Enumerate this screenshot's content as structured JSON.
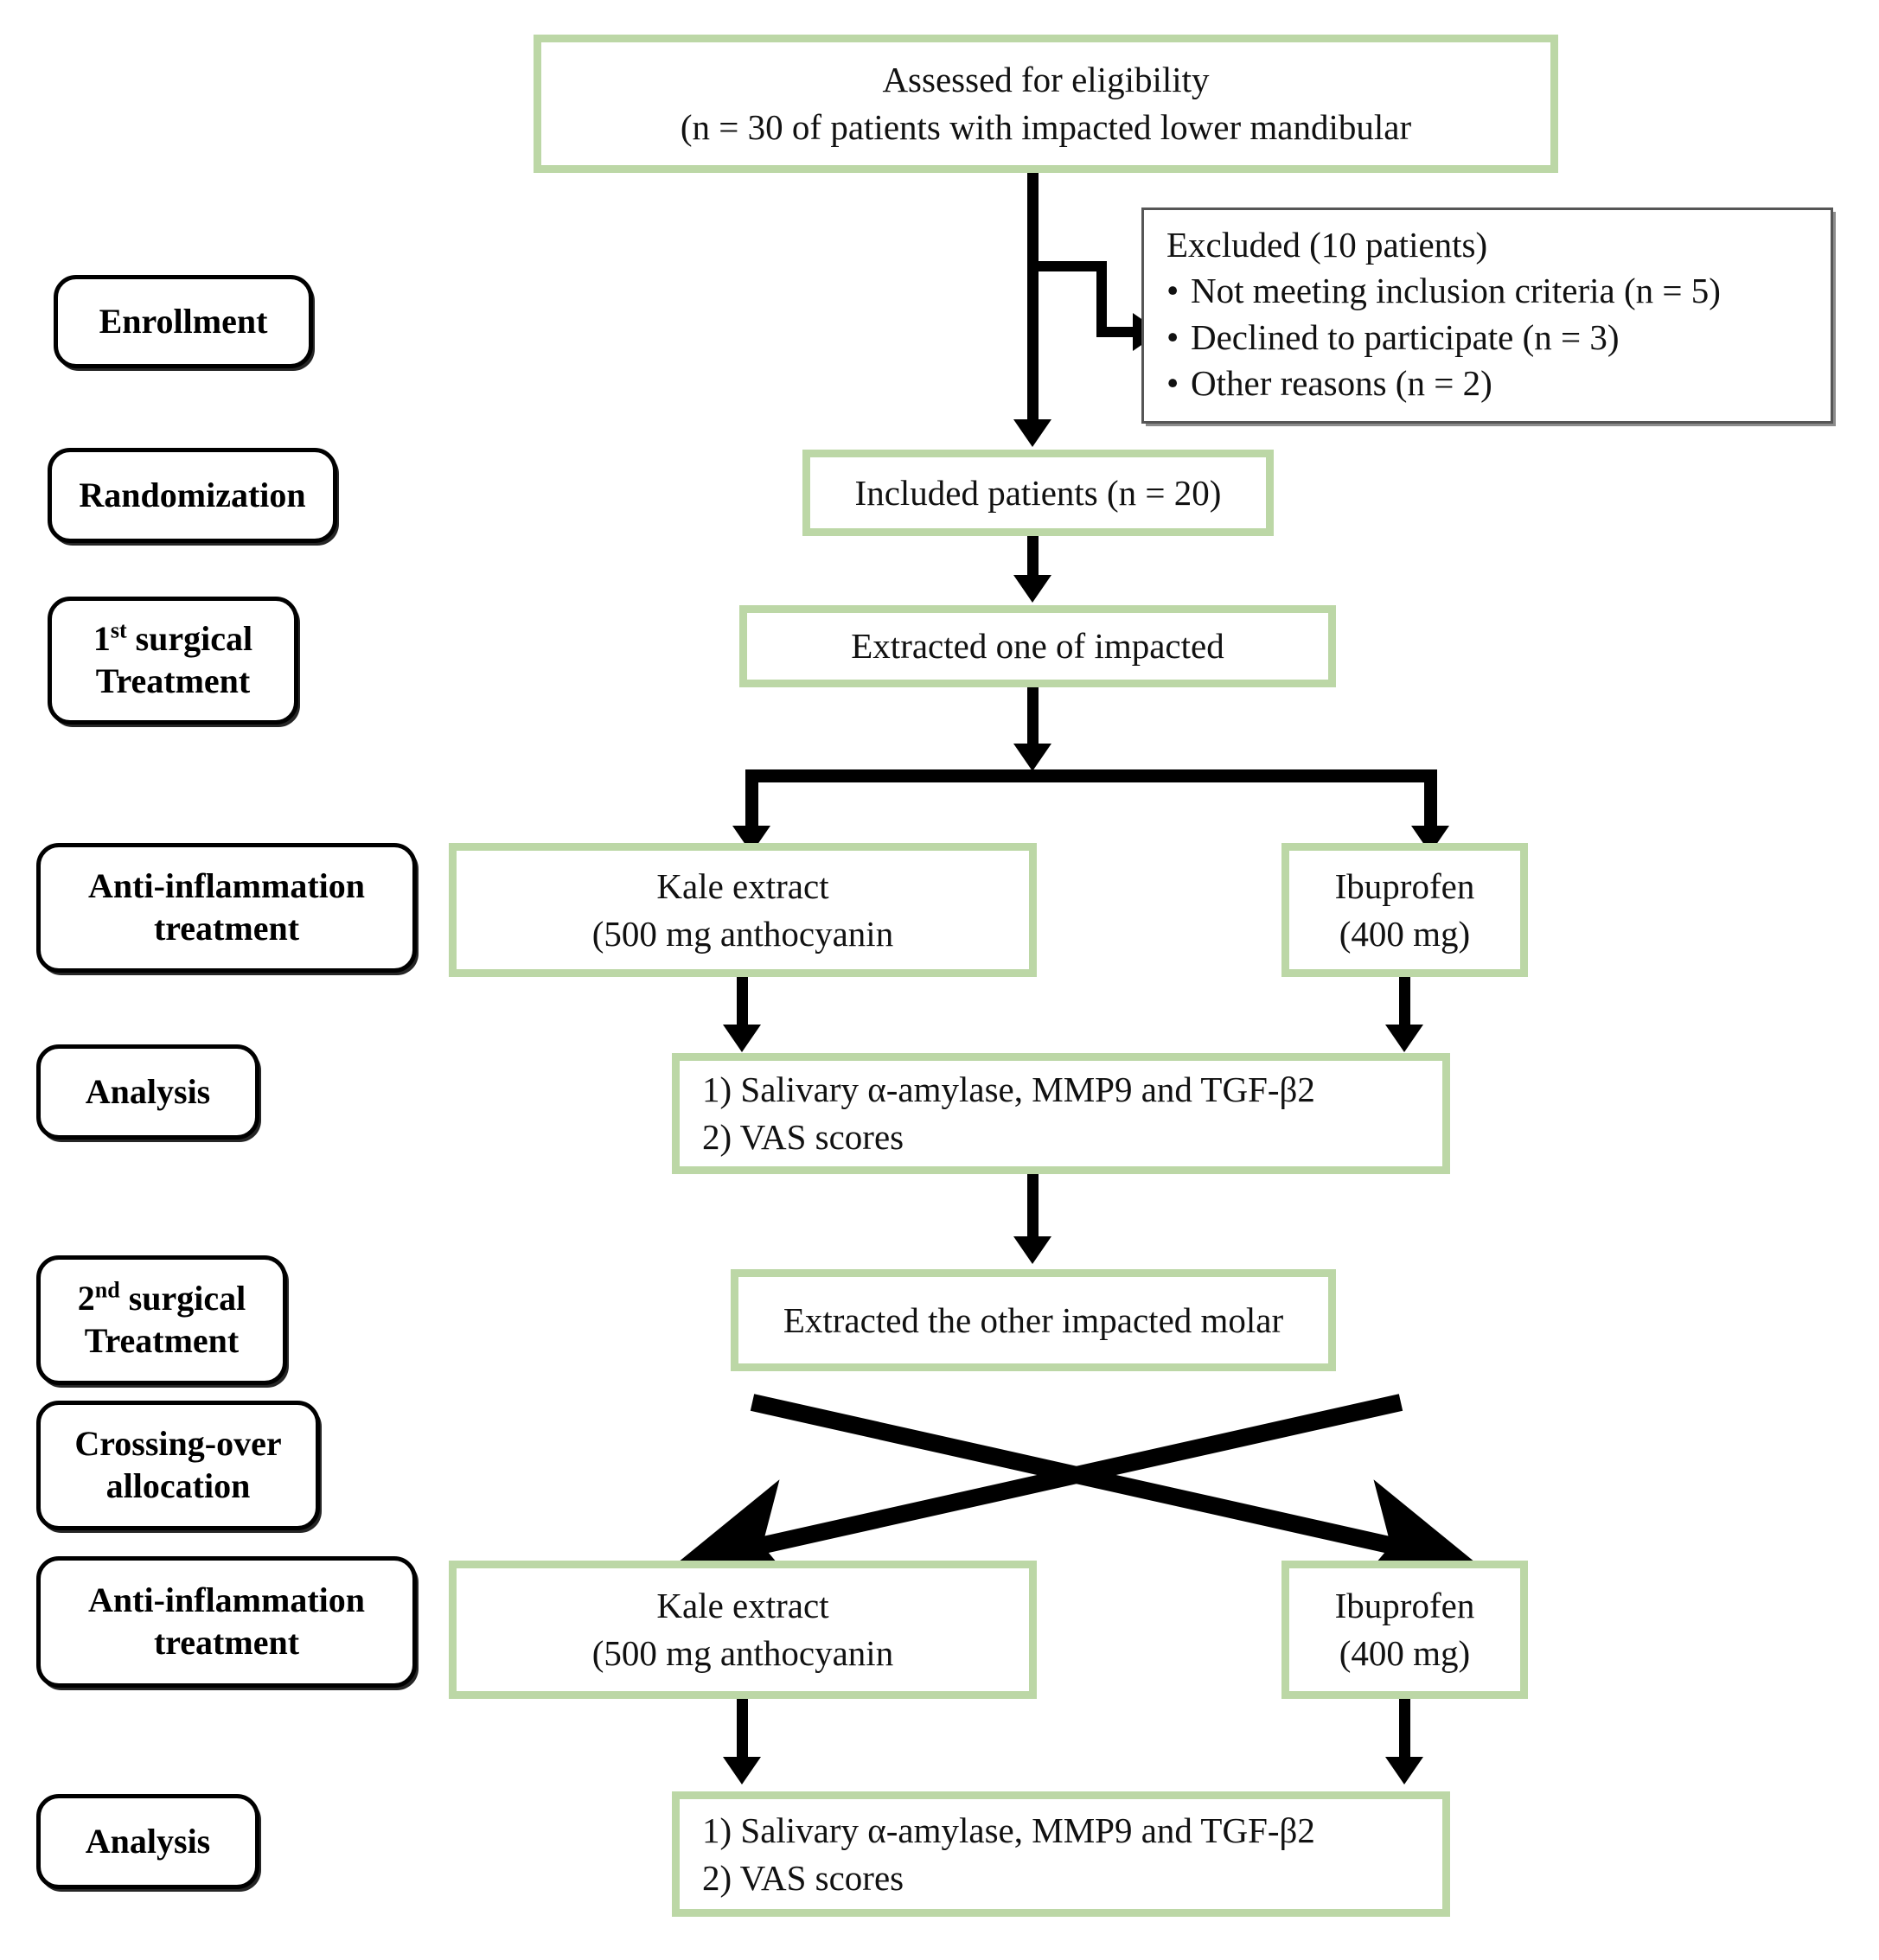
{
  "figure": {
    "type": "consort-flow-diagram",
    "title": "CONSORT crossover trial flow diagram"
  },
  "colors": {
    "box_border_green": "#bcd7a6",
    "stage_border": "#000000",
    "arrow": "#000000",
    "excluded_border": "#565656",
    "background": "#ffffff",
    "text": "#111111"
  },
  "stages": [
    {
      "id": "enrollment",
      "label": "Enrollment"
    },
    {
      "id": "randomization",
      "label": "Randomization"
    },
    {
      "id": "surgical-1",
      "line1_num": "1",
      "line1_ord": "st",
      "line1_rest": " surgical",
      "line2": "Treatment"
    },
    {
      "id": "anti-inflam-1",
      "line1": "Anti-inflammation",
      "line2": "treatment"
    },
    {
      "id": "analysis-1",
      "label": "Analysis"
    },
    {
      "id": "surgical-2",
      "line1_num": "2",
      "line1_ord": "nd",
      "line1_rest": " surgical",
      "line2": "Treatment"
    },
    {
      "id": "crossing-over",
      "line1": "Crossing-over",
      "line2": "allocation"
    },
    {
      "id": "anti-inflam-2",
      "line1": "Anti-inflammation",
      "line2": "treatment"
    },
    {
      "id": "analysis-2",
      "label": "Analysis"
    }
  ],
  "nodes": {
    "eligibility": {
      "line1": "Assessed for eligibility",
      "line2": "(n = 30 of patients with impacted lower mandibular"
    },
    "excluded": {
      "heading": "Excluded (10 patients)",
      "items": [
        "Not meeting inclusion criteria (n = 5)",
        "Declined to participate (n = 3)",
        "Other reasons (n = 2)"
      ],
      "bullet": "•"
    },
    "included": {
      "line1": "Included patients (n = 20)"
    },
    "extracted_first": {
      "line1": "Extracted one of impacted"
    },
    "kale_1": {
      "line1": "Kale extract",
      "line2": "(500 mg anthocyanin"
    },
    "ibuprofen_1": {
      "line1": "Ibuprofen",
      "line2": "(400 mg)"
    },
    "analysis_1": {
      "line1": "1) Salivary α-amylase, MMP9 and TGF-β2",
      "line2": "2) VAS scores"
    },
    "extracted_second": {
      "line1": "Extracted the other impacted molar"
    },
    "kale_2": {
      "line1": "Kale extract",
      "line2": "(500 mg anthocyanin"
    },
    "ibuprofen_2": {
      "line1": "Ibuprofen",
      "line2": "(400 mg)"
    },
    "analysis_2": {
      "line1": "1) Salivary α-amylase, MMP9 and TGF-β2",
      "line2": "2) VAS scores"
    }
  }
}
